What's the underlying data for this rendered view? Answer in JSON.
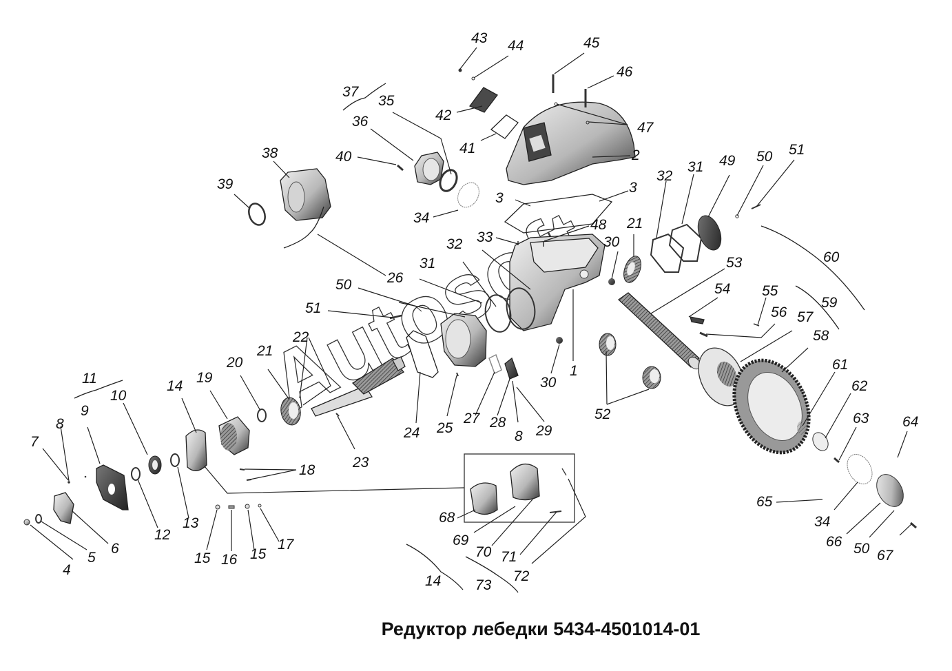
{
  "title": "Редуктор лебедки 5434-4501014-01",
  "watermark": "Autosoft",
  "colors": {
    "ink": "#111111",
    "background": "#ffffff",
    "part_fill": "#bdbdbd",
    "part_dark": "#4a4a4a"
  },
  "callouts": {
    "c1": "1",
    "c2": "2",
    "c3a": "3",
    "c3b": "3",
    "c4": "4",
    "c5": "5",
    "c6": "6",
    "c7": "7",
    "c8a": "8",
    "c8b": "8",
    "c9": "9",
    "c10": "10",
    "c11": "11",
    "c12": "12",
    "c13": "13",
    "c14a": "14",
    "c14b": "14",
    "c15a": "15",
    "c15b": "15",
    "c16": "16",
    "c17": "17",
    "c18": "18",
    "c19": "19",
    "c20": "20",
    "c21a": "21",
    "c21b": "21",
    "c22": "22",
    "c23": "23",
    "c24": "24",
    "c25": "25",
    "c26": "26",
    "c27": "27",
    "c28": "28",
    "c29": "29",
    "c30a": "30",
    "c30b": "30",
    "c31a": "31",
    "c31b": "31",
    "c32a": "32",
    "c32b": "32",
    "c33": "33",
    "c34a": "34",
    "c34b": "34",
    "c35": "35",
    "c36": "36",
    "c37": "37",
    "c38": "38",
    "c39": "39",
    "c40": "40",
    "c41": "41",
    "c42": "42",
    "c43": "43",
    "c44": "44",
    "c45": "45",
    "c46": "46",
    "c47": "47",
    "c48": "48",
    "c49": "49",
    "c50a": "50",
    "c50b": "50",
    "c50c": "50",
    "c51a": "51",
    "c51b": "51",
    "c52": "52",
    "c53": "53",
    "c54": "54",
    "c55": "55",
    "c56": "56",
    "c57": "57",
    "c58": "58",
    "c59": "59",
    "c60": "60",
    "c61": "61",
    "c62": "62",
    "c63": "63",
    "c64": "64",
    "c65": "65",
    "c66": "66",
    "c67": "67",
    "c68": "68",
    "c69": "69",
    "c70": "70",
    "c71": "71",
    "c72": "72",
    "c73": "73"
  }
}
